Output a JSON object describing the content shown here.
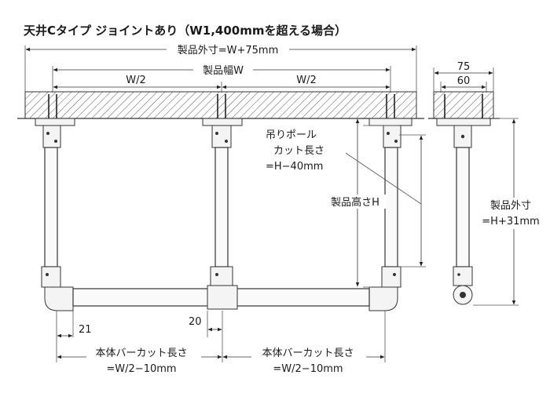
{
  "title": "天井Cタイプ ジョイントあり（W1,400mmを超える場合）",
  "labels": {
    "overall_width": "製品外寸=W+75mm",
    "product_width": "製品幅W",
    "half_left": "W/2",
    "half_right": "W/2",
    "hanging_pole_1": "吊りポール",
    "hanging_pole_2": "カット長さ",
    "hanging_pole_3": "=H−40mm",
    "product_height": "製品高さH",
    "side_overall_1": "製品外寸",
    "side_overall_2": "=H+31mm",
    "side_75": "75",
    "side_60": "60",
    "dim_21": "21",
    "dim_20": "20",
    "bar_cut_left_1": "本体バーカット長さ",
    "bar_cut_left_2": "=W/2−10mm",
    "bar_cut_right_1": "本体バーカット長さ",
    "bar_cut_right_2": "=W/2−10mm"
  }
}
